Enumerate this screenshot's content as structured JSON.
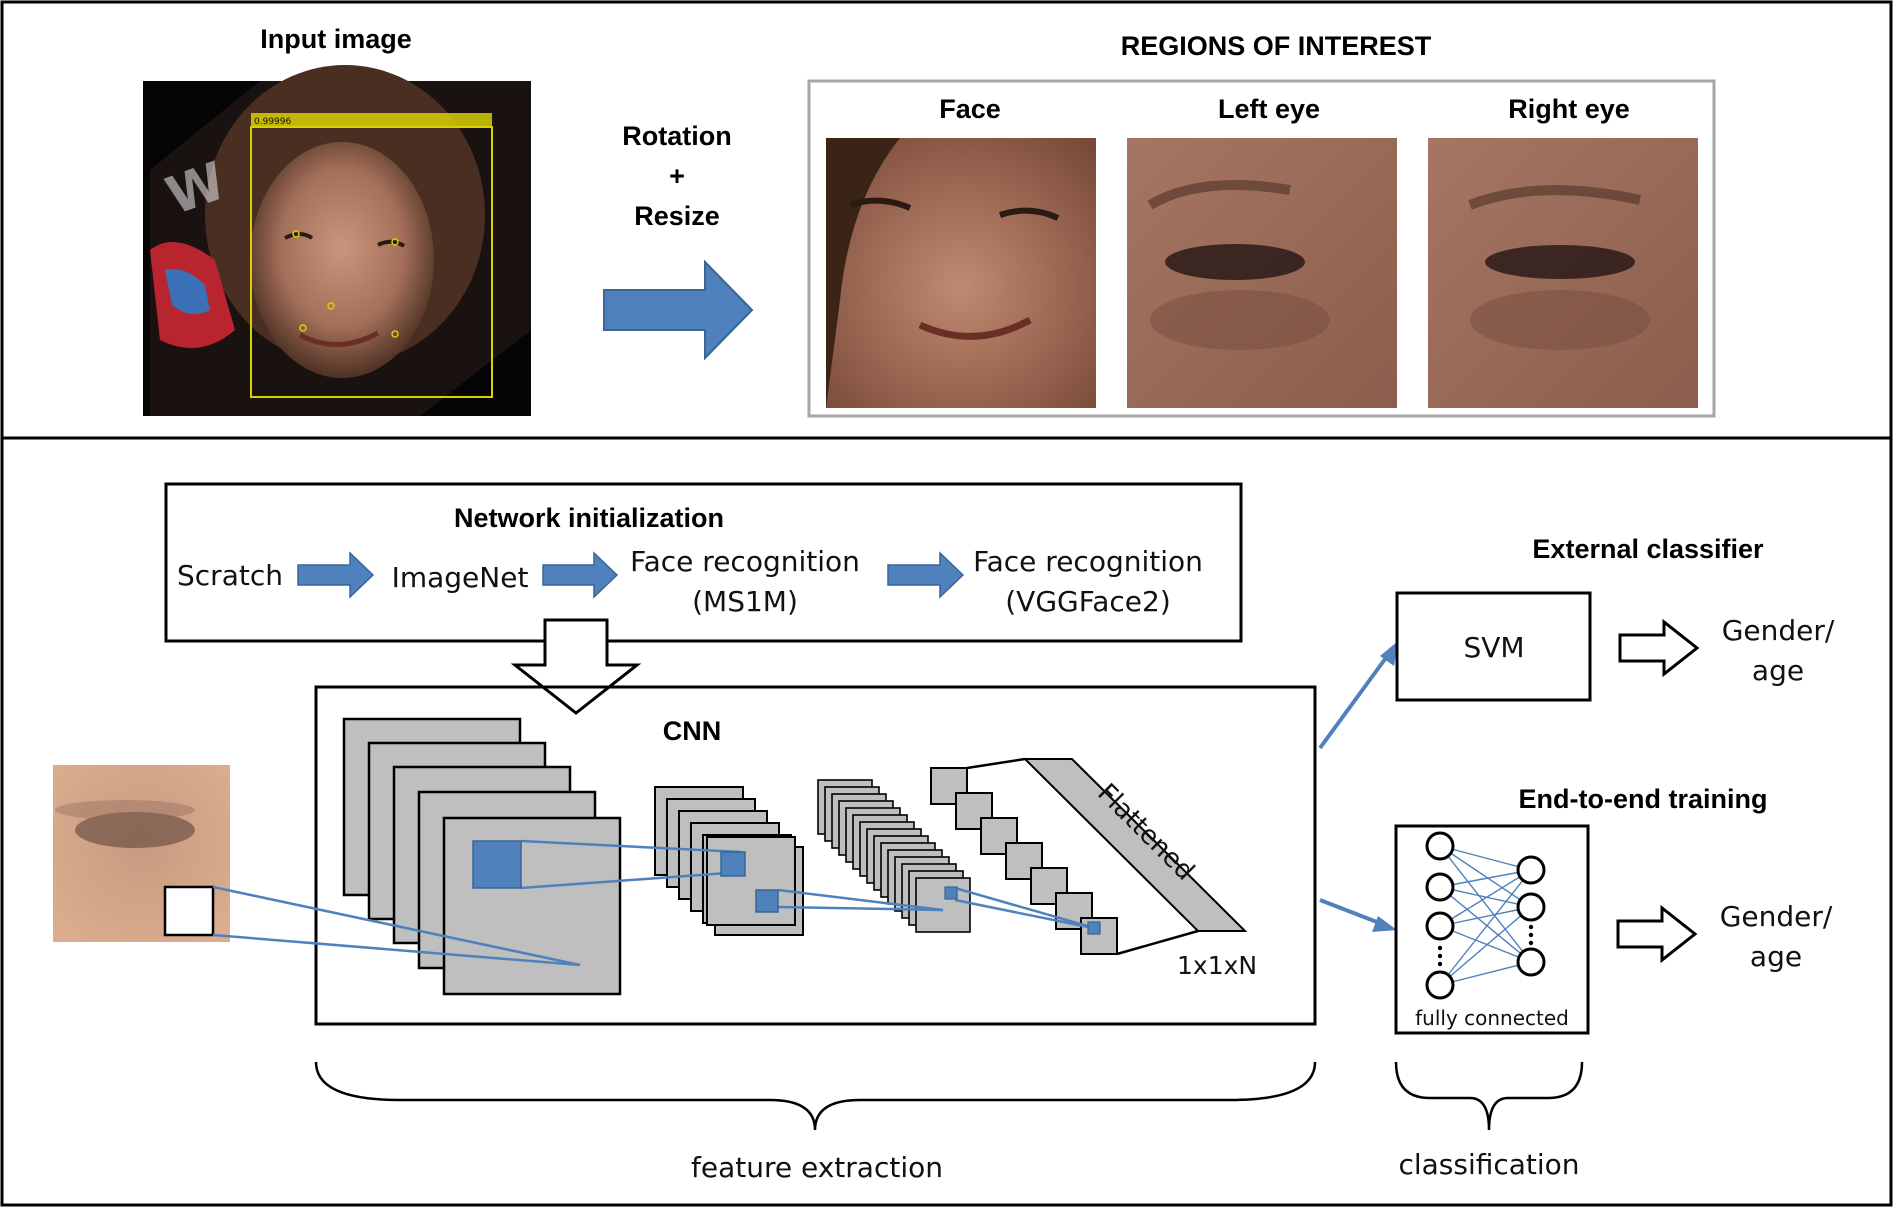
{
  "top": {
    "input_title": "Input image",
    "detection_score": "0.99996",
    "transform_lines": [
      "Rotation",
      "+",
      "Resize"
    ],
    "roi_title": "REGIONS OF INTEREST",
    "roi_labels": [
      "Face",
      "Left eye",
      "Right eye"
    ]
  },
  "bottom": {
    "init_title": "Network initialization",
    "init_steps": {
      "s1": "Scratch",
      "s2": "ImageNet",
      "s3a": "Face recognition",
      "s3b": "(MS1M)",
      "s4a": "Face recognition",
      "s4b": "(VGGFace2)"
    },
    "cnn_title": "CNN",
    "flattened": "Flattened",
    "output_dim": "1x1xN",
    "external_title": "External classifier",
    "svm": "SVM",
    "out1a": "Gender/",
    "out1b": "age",
    "e2e_title": "End-to-end training",
    "fc_label": "fully connected",
    "out2a": "Gender/",
    "out2b": "age",
    "brace1": "feature extraction",
    "brace2": "classification"
  },
  "colors": {
    "arrow_blue": "#4f81bd",
    "layer_gray": "#bfbfbf",
    "border": "#000000",
    "roi_border": "#a6a6a6",
    "detect_yellow": "#d8d000"
  }
}
